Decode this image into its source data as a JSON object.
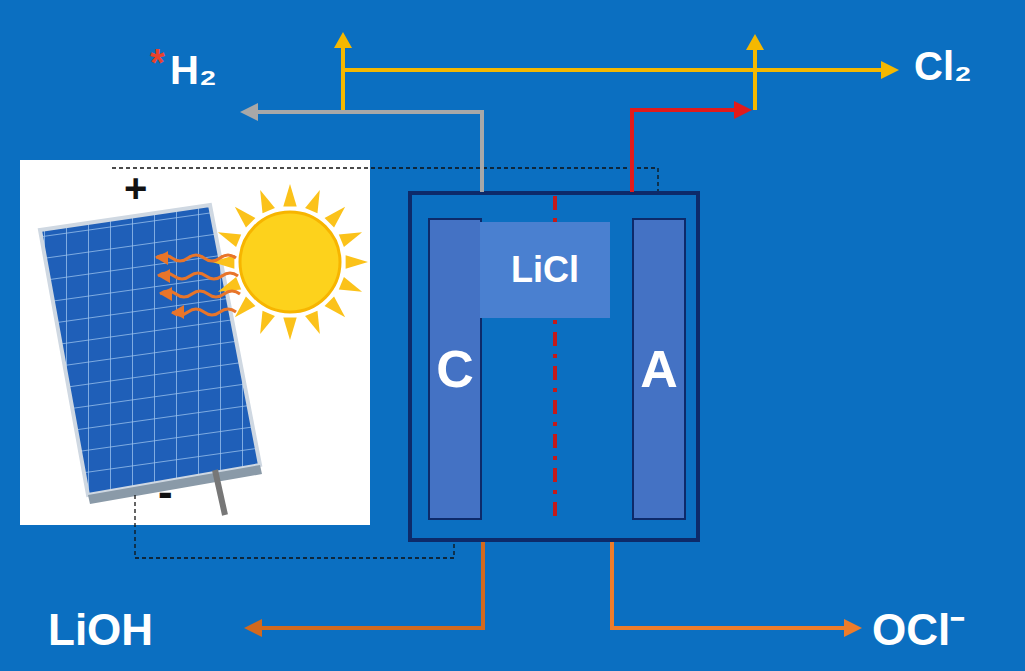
{
  "diagram": {
    "nodes": [
      {
        "text": [
          "C"
        ]
      },
      {
        "text": [
          "LiCl"
        ]
      },
      {
        "text": [
          "A"
        ]
      }
    ],
    "labels": [
      "*",
      "H₂",
      "Cl₂",
      "+",
      "-",
      "LiOH",
      "OCl⁻"
    ]
  }
}
